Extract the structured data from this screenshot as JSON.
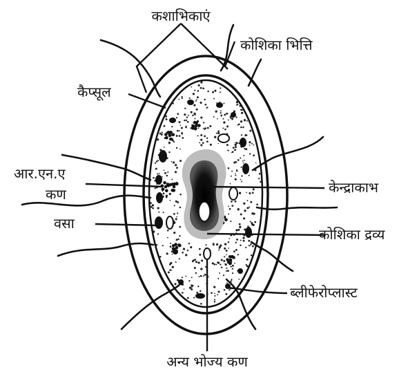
{
  "labels": {
    "flagella": "कशाभिकाएं",
    "cell_wall": "कोशिका भित्ति",
    "capsule": "कैप्सूल",
    "rna_line1": "आर.एन.ए",
    "rna_line2": "कण",
    "nucleoid": "केन्द्राकाभ",
    "fat": "वसा",
    "cytoplasm": "कोशिका द्रव्य",
    "blepharoplast": "ब्लीफेरोप्लास्ट",
    "food_granules": "अन्य भोज्य कण"
  }
}
